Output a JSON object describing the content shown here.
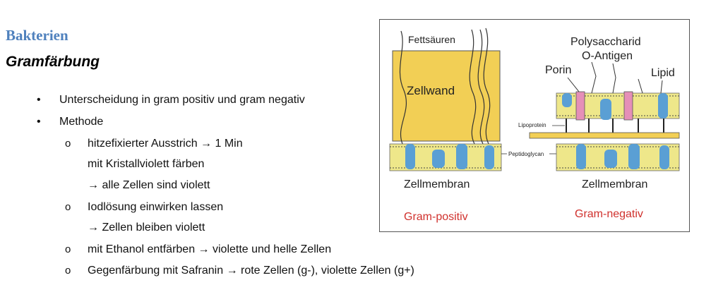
{
  "heading": "Bakterien",
  "subheading": "Gramfärbung",
  "bullets": {
    "b1": "Unterscheidung in gram positiv und gram negativ",
    "b2": "Methode"
  },
  "steps": {
    "s1_line1": "hitzefixierter Ausstrich → 1 Min",
    "s1_line2": "mit Kristallviolett färben",
    "s1_line3": "→ alle Zellen sind violett",
    "s2_line1": "Iodlösung einwirken lassen",
    "s2_line2": "→ Zellen bleiben violett",
    "s3": "mit Ethanol entfärben → violette und helle Zellen",
    "s4": "Gegenfärbung mit Safranin → rote Zellen (g-), violette Zellen (g+)"
  },
  "figure": {
    "fettsaeuren": "Fettsäuren",
    "zellwand": "Zellwand",
    "polysaccharid": "Polysaccharid",
    "o_antigen": "O-Antigen",
    "porin": "Porin",
    "lipid": "Lipid",
    "lipoprotein": "Lipoprotein",
    "peptidoglycan": "Peptidoglycan",
    "zellmembran_left": "Zellmembran",
    "zellmembran_right": "Zellmembran",
    "gram_positiv": "Gram-positiv",
    "gram_negativ": "Gram-negativ",
    "colors": {
      "wall": "#f2cf55",
      "membrane": "#eee78a",
      "protein": "#5a9fd4",
      "porin": "#e58fb8",
      "red_label": "#d0312d"
    }
  }
}
